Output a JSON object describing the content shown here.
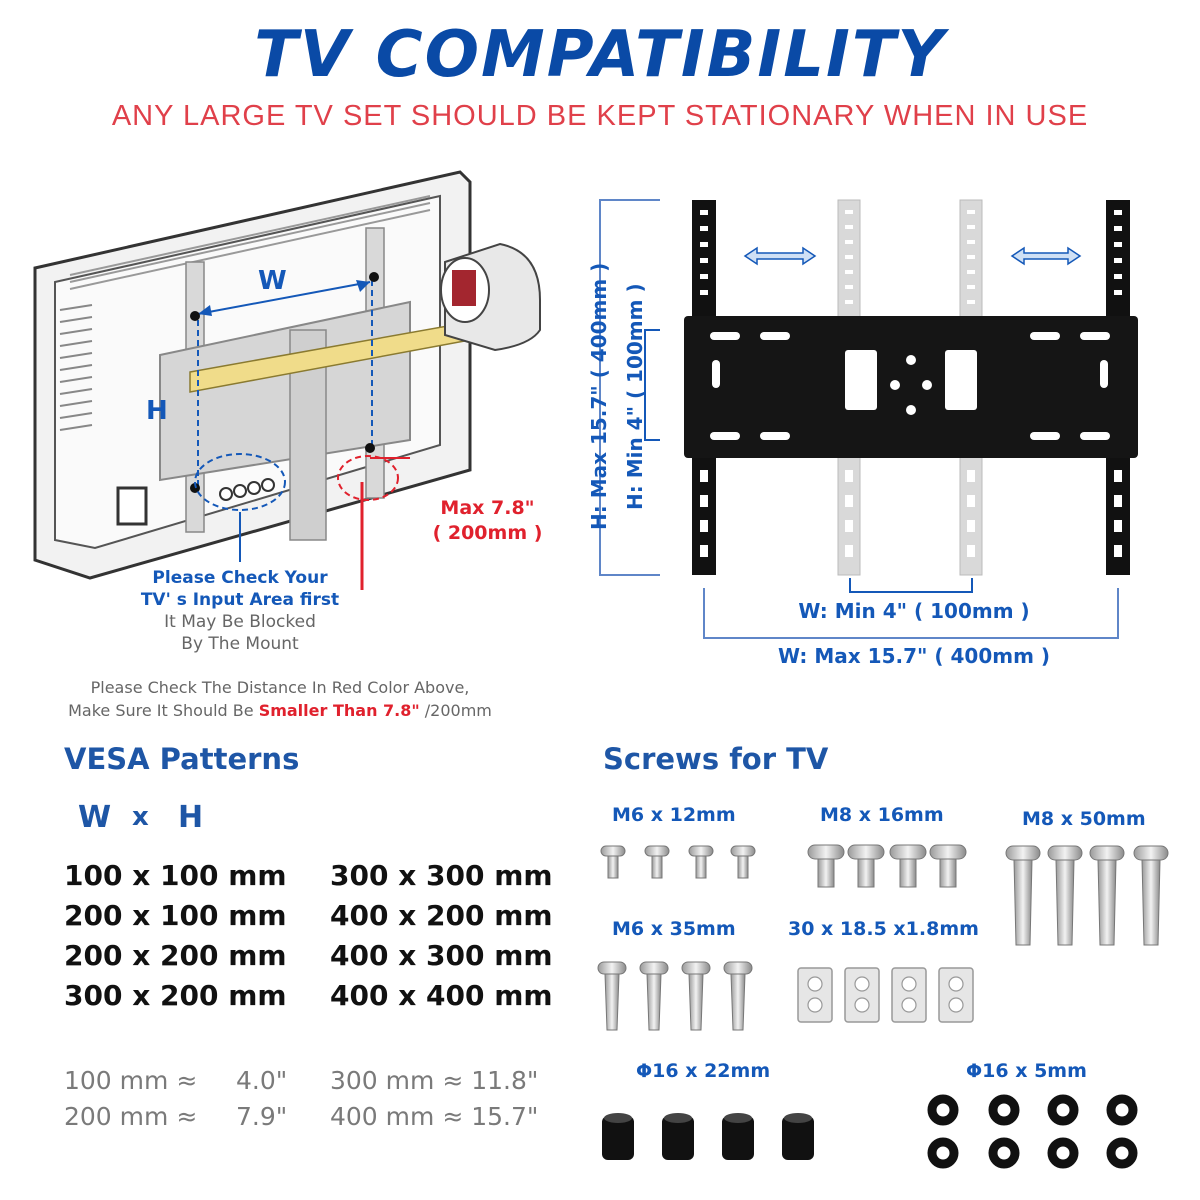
{
  "title": "TV  COMPATIBILITY",
  "subtitle": "ANY LARGE TV SET SHOULD BE KEPT STATIONARY WHEN IN USE",
  "tv_diagram": {
    "w_label": "W",
    "h_label": "H",
    "max_distance": {
      "line1": "Max  7.8\"",
      "line2": "( 200mm )"
    },
    "input_note": {
      "line1": "Please Check Your",
      "line2": "TV' s Input Area first",
      "line3": "It May Be Blocked",
      "line4": "By The Mount"
    },
    "distance_note": {
      "line1": "Please Check The Distance In Red Color Above,",
      "line2_prefix": "Make Sure It Should Be ",
      "line2_highlight": "Smaller Than 7.8\"",
      "line2_suffix": " /200mm"
    }
  },
  "mount_diagram": {
    "h_max": "H:  Max  15.7\" ( 400mm )",
    "h_min": "H:  Min  4\" ( 100mm )",
    "w_min": "W:  Min  4\" ( 100mm )",
    "w_max": "W:  Max  15.7\" ( 400mm )"
  },
  "vesa": {
    "heading": "VESA Patterns",
    "w": "W",
    "x": "x",
    "h": "H",
    "col1": [
      "100 x 100 mm",
      "200 x 100 mm",
      "200 x 200 mm",
      "300 x 200 mm"
    ],
    "col2": [
      "300 x 300 mm",
      "400 x 200 mm",
      "400 x 300 mm",
      "400 x 400 mm"
    ],
    "conversions": {
      "row1": [
        "100 mm ≈",
        "4.0\"",
        "300 mm ≈ 11.8\""
      ],
      "row2": [
        "200 mm ≈",
        "7.9\"",
        "400 mm ≈ 15.7\""
      ]
    }
  },
  "screws": {
    "heading": "Screws for TV",
    "m6_12": "M6 x 12mm",
    "m8_16": "M8 x 16mm",
    "m8_50": "M8 x 50mm",
    "m6_35": "M6 x 35mm",
    "washer_plate": "30 x 18.5 x1.8mm",
    "spacer": "Φ16 x 22mm",
    "washer": "Φ16 x 5mm"
  },
  "colors": {
    "brand_blue": "#0a4aa6",
    "label_blue": "#1458b8",
    "alert_red": "#e0212d",
    "bracket_black": "#111111"
  }
}
